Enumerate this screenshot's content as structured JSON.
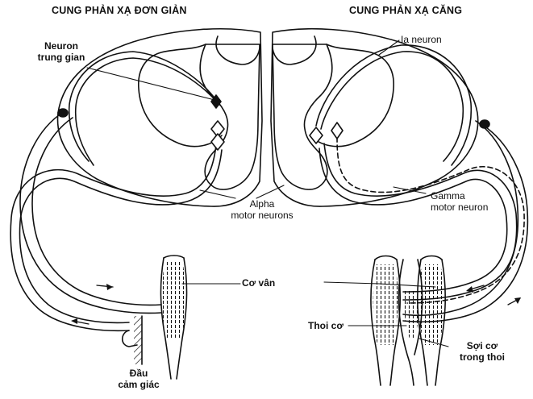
{
  "titles": {
    "left": "CUNG PHẢN XẠ ĐƠN GIẢN",
    "right": "CUNG PHẢN XẠ CĂNG"
  },
  "labels": {
    "interneuron_line1": "Neuron",
    "interneuron_line2": "trung gian",
    "ia_neuron": "Ia neuron",
    "alpha_line1": "Alpha",
    "alpha_line2": "motor neurons",
    "gamma_line1": "Gamma",
    "gamma_line2": "motor neuron",
    "striated_muscle": "Cơ vân",
    "spindle": "Thoi cơ",
    "intrafusal_line1": "Sợi cơ",
    "intrafusal_line2": "trong thoi",
    "receptor_line1": "Đầu",
    "receptor_line2": "cảm giác"
  },
  "colors": {
    "ink": "#111111",
    "background": "#ffffff"
  }
}
